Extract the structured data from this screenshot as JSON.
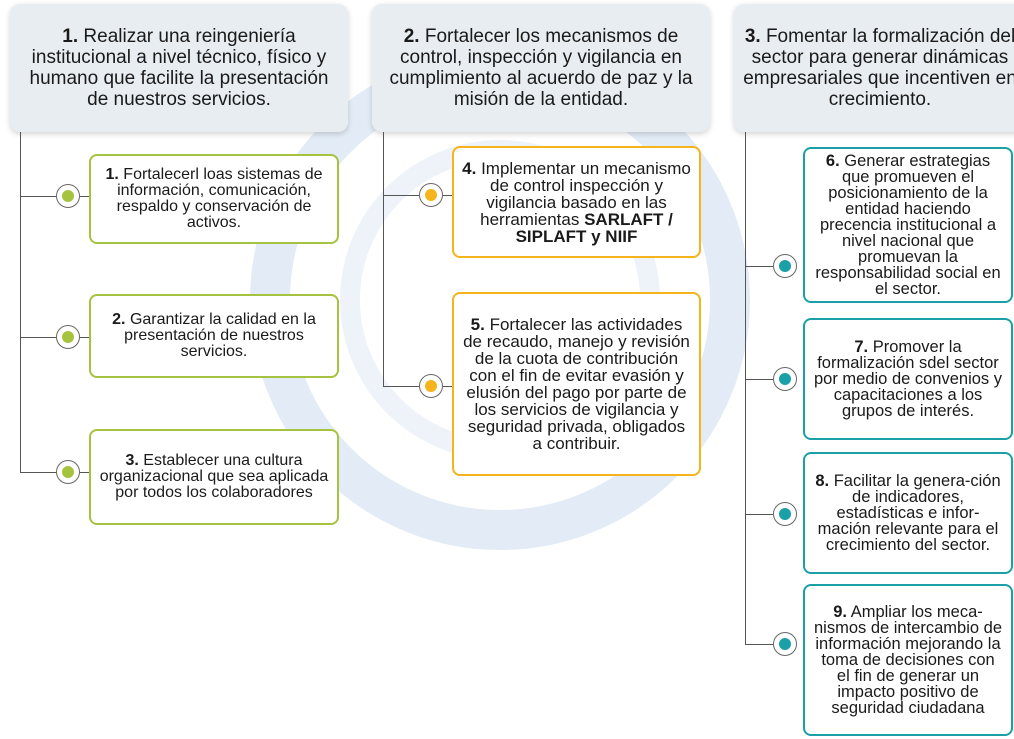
{
  "colors": {
    "green": "#a5c33e",
    "orange": "#f5b31c",
    "teal": "#1aa0a6",
    "header_bg": "#e8edf1"
  },
  "headers": [
    {
      "num": "1.",
      "text": "Realizar una reingeniería institucional a nivel técnico, físico y humano que facilite la presentación de nuestros servicios."
    },
    {
      "num": "2.",
      "text": "Fortalecer los mecanismos de control, inspección y vigilancia en cumplimiento al acuerdo  de paz y la misión de la entidad."
    },
    {
      "num": "3.",
      "text": "Fomentar la formalización del sector para generar dinámicas empresariales que incentiven en crecimiento."
    }
  ],
  "items": [
    {
      "num": "1.",
      "text": "Fortalecerl loas sistemas de información, comunicación, respaldo y conservación de activos."
    },
    {
      "num": "2.",
      "text": "Garantizar la calidad en la presentación de nuestros servicios."
    },
    {
      "num": "3.",
      "text": "Establecer una cultura organizacional que sea aplicada por todos los colaboradores"
    },
    {
      "num": "4.",
      "text": "Implementar un mecanismo de control inspección y vigilancia basado en las herramientas",
      "bold_text": "SARLAFT / SIPLAFT y NIIF"
    },
    {
      "num": "5.",
      "text": "Fortalecer las actividades de recaudo, manejo y revisión de la cuota de contribución con el fin de evitar evasión y elusión del pago  por parte de los servicios de vigilancia y seguridad privada, obligados a contribuir."
    },
    {
      "num": "6.",
      "text": "Generar estrategias que promueven el posicionamiento de la entidad haciendo precencia institucional a nivel nacional que promuevan la responsabilidad social en el sector."
    },
    {
      "num": "7.",
      "text": "Promover la formalización sdel sector por medio de convenios y capacitaciones a los grupos de interés."
    },
    {
      "num": "8.",
      "text": "Facilitar la genera-ción de indicadores, estadísticas e infor-mación relevante para el crecimiento del sector."
    },
    {
      "num": "9.",
      "text": "Ampliar los meca-nismos de intercambio de información mejorando la toma de decisiones con el fin de generar un impacto positivo de seguridad ciudadana"
    }
  ]
}
